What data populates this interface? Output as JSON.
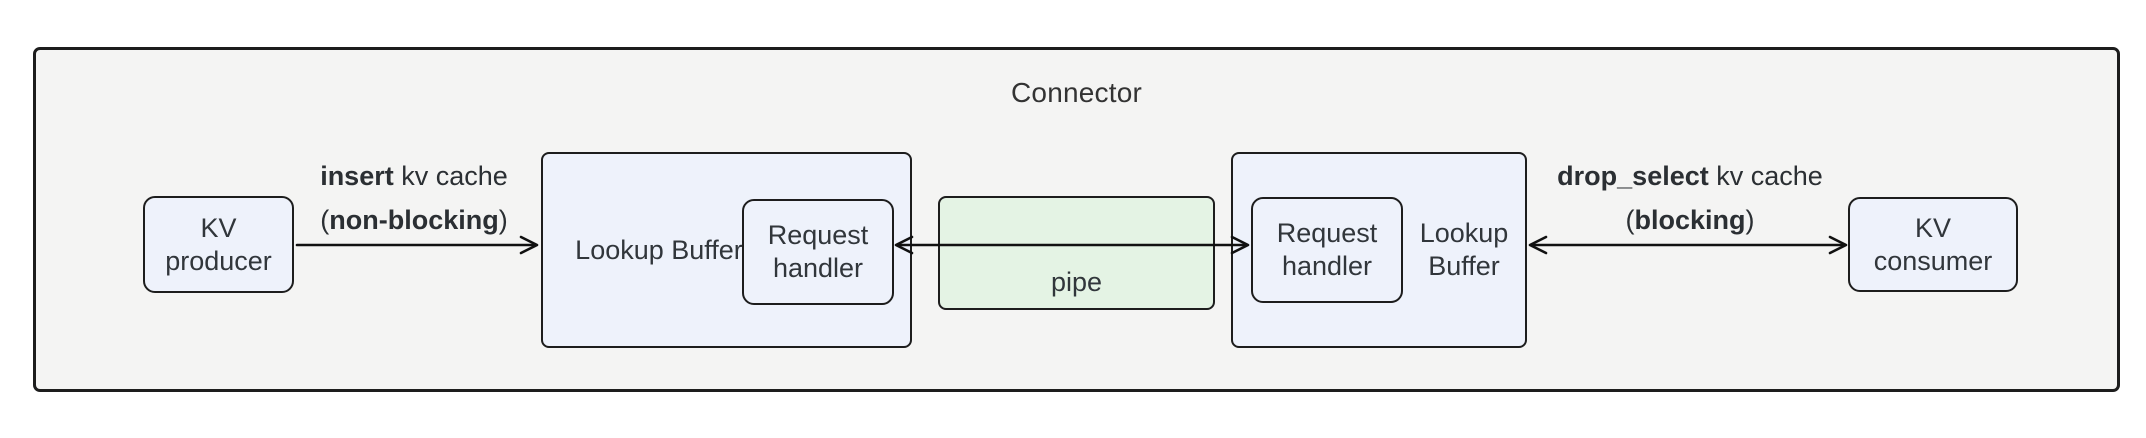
{
  "connector": {
    "title": "Connector"
  },
  "nodes": {
    "kv_producer": {
      "label": "KV producer"
    },
    "lookup_buffer_left": {
      "label": "Lookup Buffer"
    },
    "request_handler_left": {
      "label": "Request handler"
    },
    "pipe": {
      "label": "pipe"
    },
    "request_handler_right": {
      "label": "Request handler"
    },
    "lookup_buffer_right": {
      "label": "Lookup Buffer"
    },
    "kv_consumer": {
      "label": "KV consumer"
    }
  },
  "edges": {
    "insert": {
      "method": "insert",
      "object": "kv cache",
      "paren_open": "(",
      "mode": "non-blocking",
      "paren_close": ")"
    },
    "drop_select": {
      "method": "drop_select",
      "object": "kv cache",
      "paren_open": "(",
      "mode": "blocking",
      "paren_close": ")"
    }
  },
  "colors": {
    "canvas_bg": "#ffffff",
    "container_fill": "#f4f4f3",
    "node_fill": "#eef2fb",
    "pipe_fill": "#e4f3e4",
    "border": "#1d1d1d",
    "text": "#31363b",
    "arrow": "#111111"
  }
}
